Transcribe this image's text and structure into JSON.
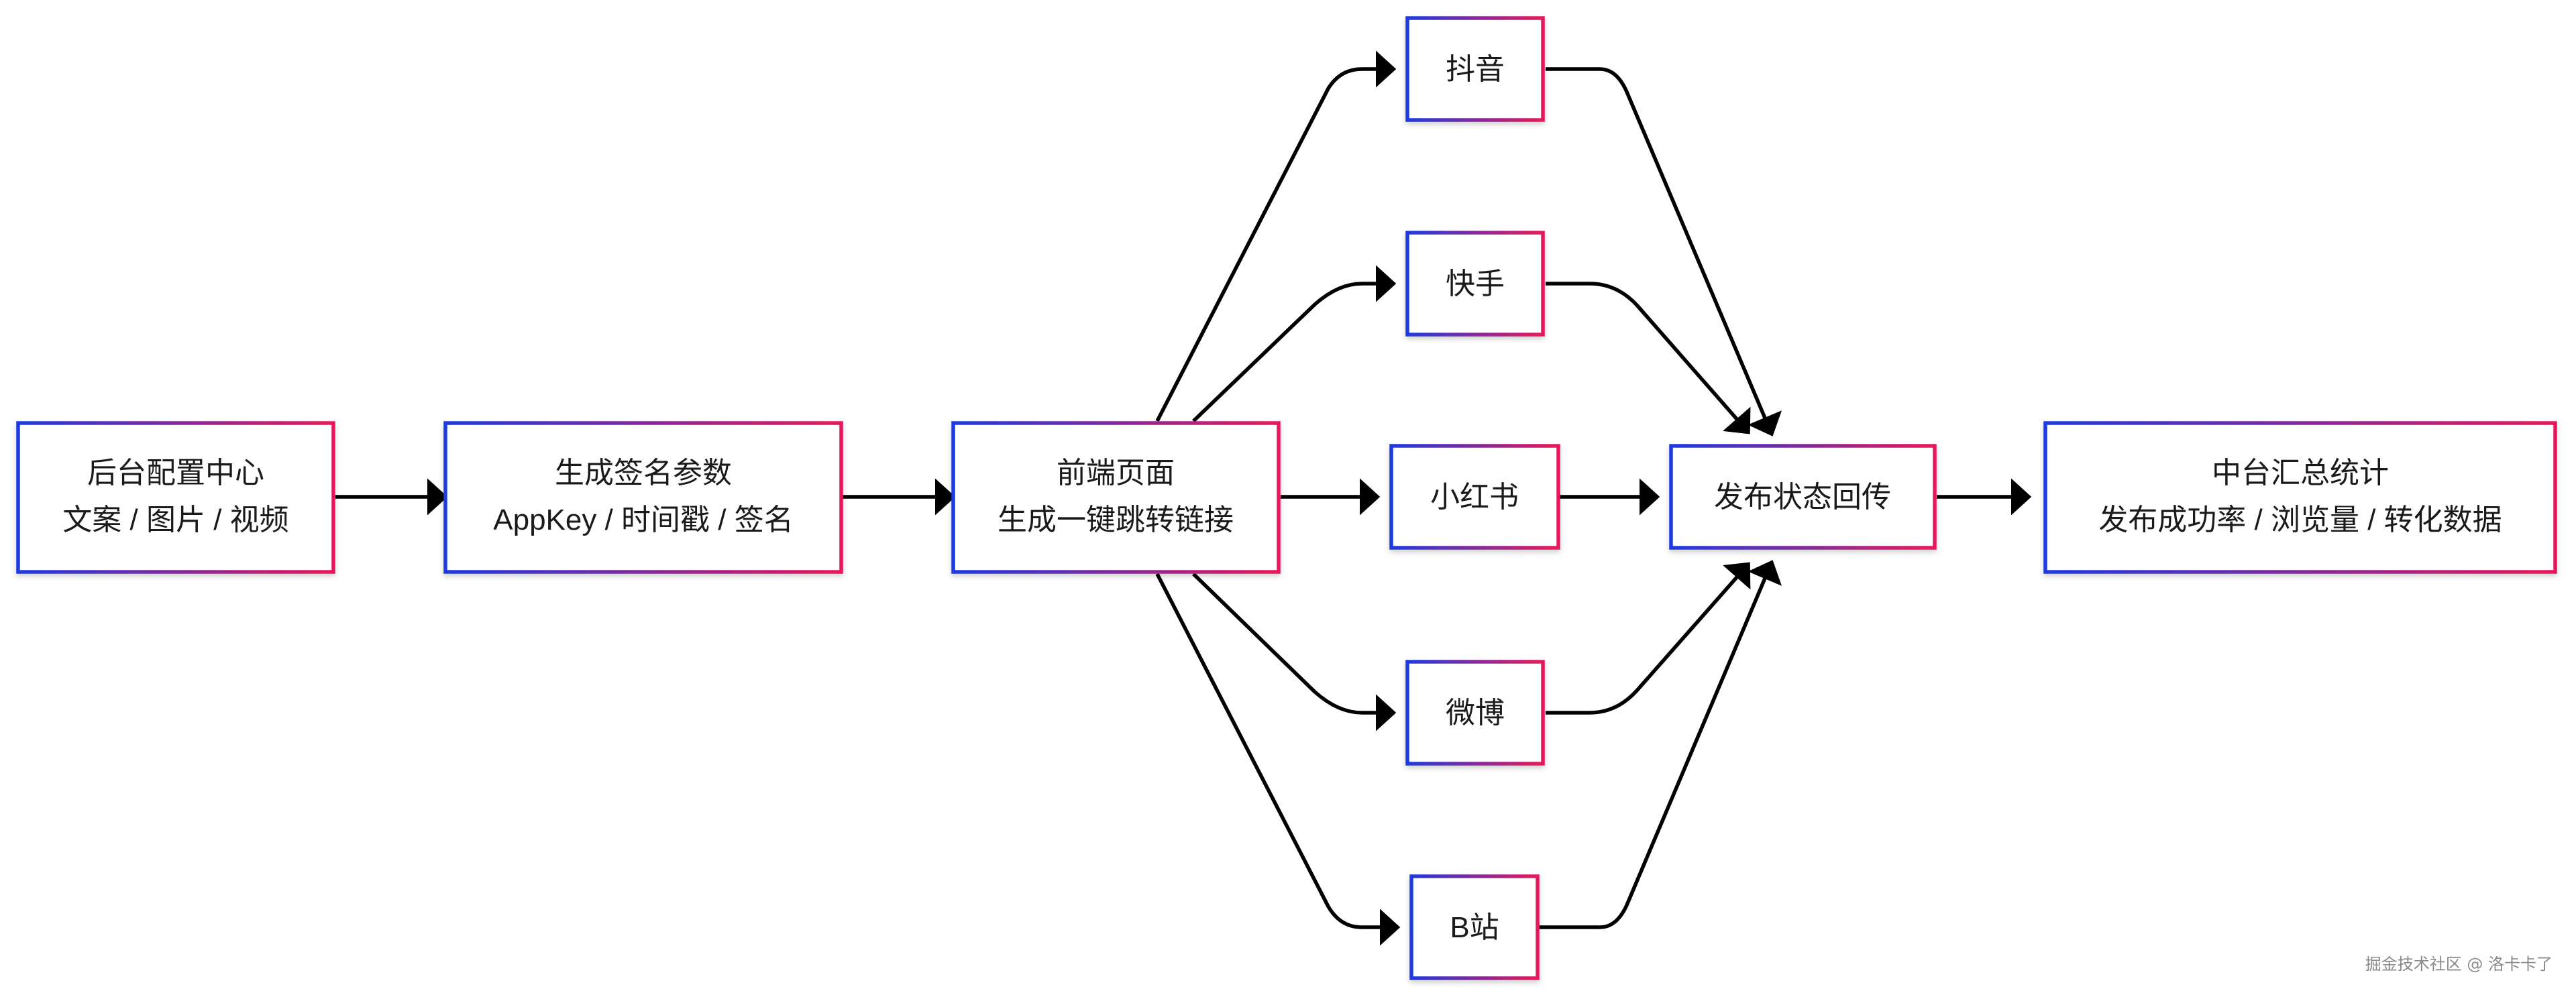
{
  "colors": {
    "border_start": "#1e3ae0",
    "border_end": "#e8195a",
    "arrow": "#000000",
    "background": "#ffffff"
  },
  "nodes": {
    "admin_config": {
      "line1": "后台配置中心",
      "line2": "文案 / 图片 / 视频"
    },
    "sign_params": {
      "line1": "生成签名参数",
      "line2": "AppKey / 时间戳 / 签名"
    },
    "frontend_page": {
      "line1": "前端页面",
      "line2": "生成一键跳转链接"
    },
    "douyin": {
      "label": "抖音"
    },
    "kuaishou": {
      "label": "快手"
    },
    "xiaohongshu": {
      "label": "小红书"
    },
    "weibo": {
      "label": "微博"
    },
    "bilibili": {
      "label": "B站"
    },
    "status_callback": {
      "label": "发布状态回传"
    },
    "stats": {
      "line1": "中台汇总统计",
      "line2": "发布成功率 / 浏览量 / 转化数据"
    }
  },
  "watermark": "掘金技术社区 @ 洛卡卡了"
}
